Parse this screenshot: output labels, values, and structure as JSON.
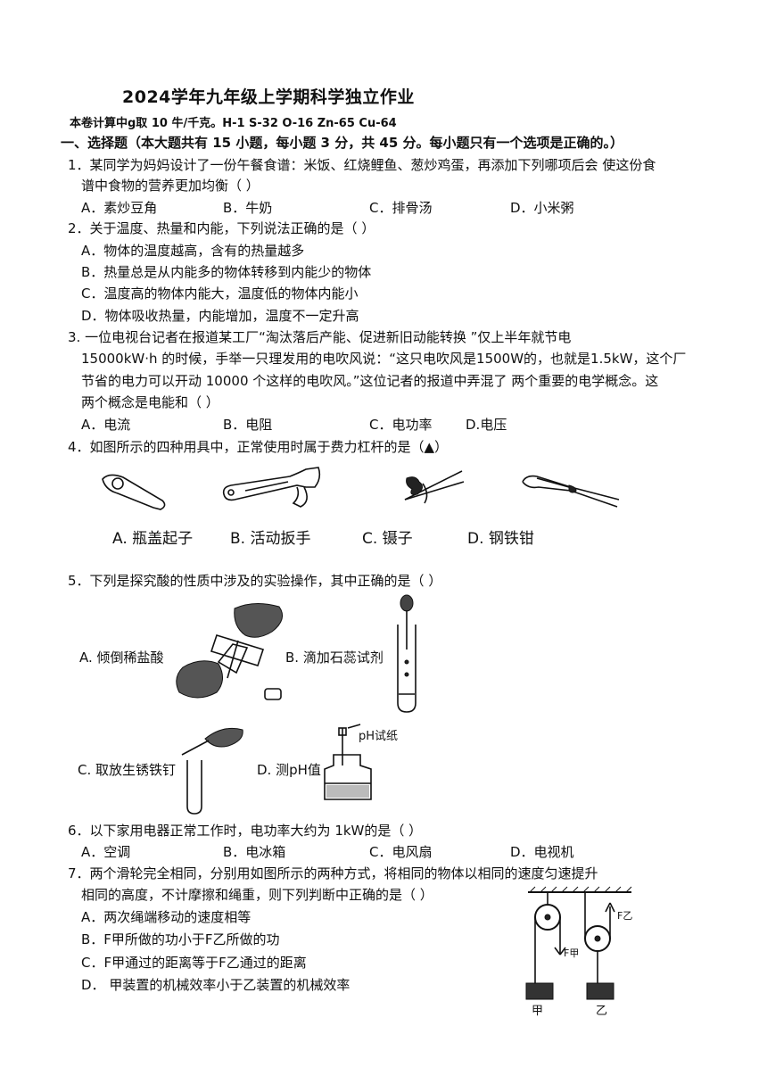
{
  "header": {
    "title": "2024学年九年级上学期科学独立作业",
    "note": "本卷计算中g取 10 牛/千克。H-1 S-32 O-16 Zn-65 Cu-64"
  },
  "section": {
    "heading": "一、选择题（本大题共有 15 小题，每小题 3 分，共 45 分。每小题只有一个选项是正确的。）"
  },
  "q1": {
    "line1": "1．某同学为妈妈设计了一份午餐食谱：米饭、红烧鲤鱼、葱炒鸡蛋，再添加下列哪项后会 使这份食",
    "line2": "谱中食物的营养更加均衡（      ）",
    "options": [
      "A．素炒豆角",
      "B．牛奶",
      "C．排骨汤",
      "D．小米粥"
    ]
  },
  "q2": {
    "stem": "2．关于温度、热量和内能，下列说法正确的是（      ）",
    "options": [
      "A．物体的温度越高，含有的热量越多",
      "B．热量总是从内能多的物体转移到内能少的物体",
      "C．温度高的物体内能大，温度低的物体内能小",
      "D．物体吸收热量，内能增加，温度不一定升高"
    ]
  },
  "q3": {
    "line1": "3.     一位电视台记者在报道某工厂“淘汰落后产能、促进新旧动能转换 ”仅上半年就节电",
    "line2": "15000kW·h 的时候，手举一只理发用的电吹风说：“这只电吹风是1500W的，也就是1.5kW，这个厂",
    "line3": "节省的电力可以开动 10000 个这样的电吹风。”这位记者的报道中弄混了 两个重要的电学概念。这",
    "line4": "两个概念是电能和（      ）",
    "options": [
      "A．电流",
      "B．电阻",
      "C．电功率",
      "D.电压"
    ]
  },
  "q4": {
    "stem": "4．如图所示的四种用具中，正常使用时属于费力杠杆的是（▲）",
    "options": [
      "A. 瓶盖起子",
      "B. 活动扳手",
      "C. 镊子",
      "D. 钢铁钳"
    ]
  },
  "q5": {
    "stem": "5．下列是探究酸的性质中涉及的实验操作，其中正确的是（      ）",
    "labelA": "A. 倾倒稀盐酸",
    "labelB": "B. 滴加石蕊试剂",
    "labelC": "C. 取放生锈铁钉",
    "labelD": "D. 测pH值",
    "ph_label": "pH试纸"
  },
  "q6": {
    "stem": "6．以下家用电器正常工作时，电功率大约为 1kW的是（      ）",
    "options": [
      "A．空调",
      "B．电冰箱",
      "C．电风扇",
      "D．电视机"
    ]
  },
  "q7": {
    "line1": "7．两个滑轮完全相同，分别用如图所示的两种方式，将相同的物体以相同的速度匀速提升",
    "line2": "相同的高度，不计摩擦和绳重，则下列判断中正确的是（      ）",
    "options": [
      "A．两次绳端移动的速度相等",
      "B．F甲所做的功小于F乙所做的功",
      "C．F甲通过的距离等于F乙通过的距离",
      "D． 甲装置的机械效率小于乙装置的机械效率"
    ],
    "fig_label_jia": "甲",
    "fig_label_yi": "乙",
    "f_jia": "F甲",
    "f_yi": "F乙"
  }
}
